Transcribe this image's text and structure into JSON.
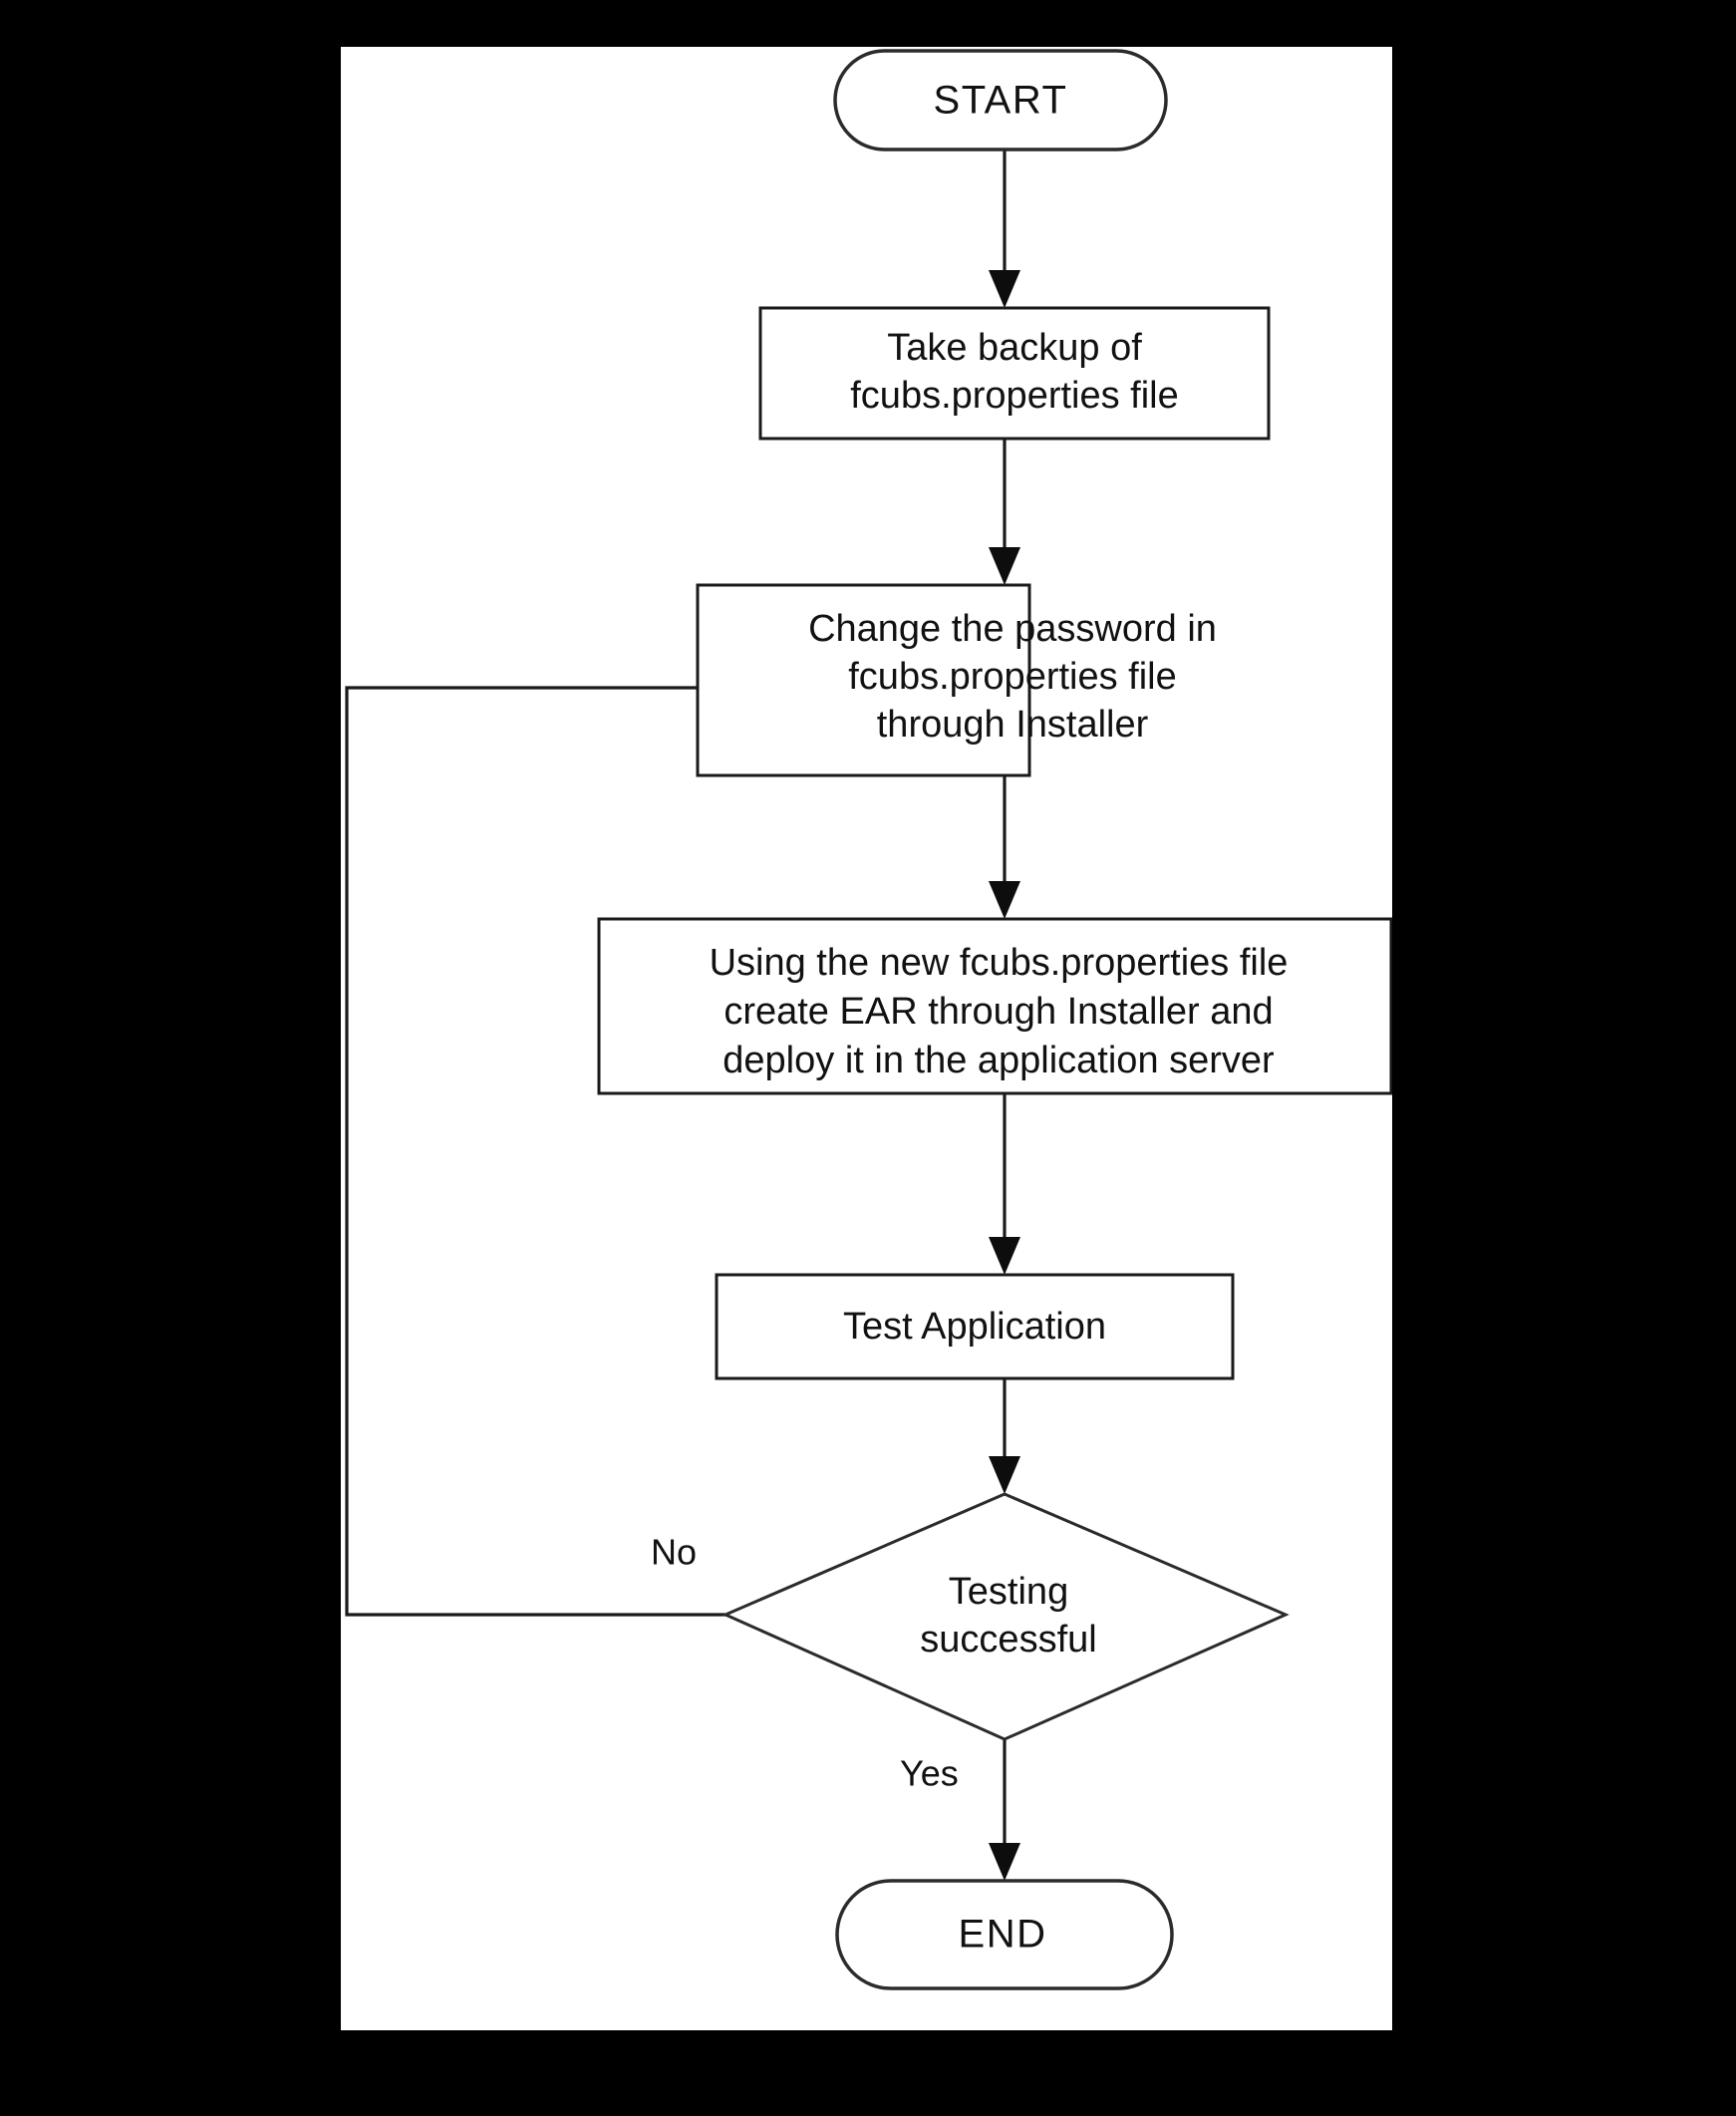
{
  "diagram": {
    "title": "Password change flow",
    "background_color": "#000000",
    "canvas_color": "#ffffff",
    "line_color": "#1a1a1a",
    "text_color": "#111111",
    "nodes": [
      {
        "id": "start",
        "type": "terminator",
        "label": "START"
      },
      {
        "id": "backup",
        "type": "process",
        "label": "Take backup of fcubs.properties file",
        "lines": [
          "Take backup of",
          "fcubs.properties file"
        ]
      },
      {
        "id": "change-password",
        "type": "process",
        "label": "Change the password in fcubs.properties file through Installer",
        "lines": [
          "Change the password in",
          "fcubs.properties file",
          "through Installer"
        ]
      },
      {
        "id": "create-ear",
        "type": "process",
        "label": "Using the new fcubs.properties file create EAR through Installer and deploy it in the application server",
        "lines": [
          "Using the new fcubs.properties file",
          "create EAR through Installer and",
          "deploy it in the application server"
        ]
      },
      {
        "id": "test-application",
        "type": "process",
        "label": "Test Application",
        "lines": [
          "Test Application"
        ]
      },
      {
        "id": "testing-successful",
        "type": "decision",
        "label": "Testing successful",
        "lines": [
          "Testing",
          "successful"
        ]
      },
      {
        "id": "end",
        "type": "terminator",
        "label": "END"
      }
    ],
    "edges": [
      {
        "id": "start-to-backup",
        "from": "start",
        "to": "backup",
        "label": ""
      },
      {
        "id": "backup-to-change-password",
        "from": "backup",
        "to": "change-password",
        "label": ""
      },
      {
        "id": "change-password-to-create-ear",
        "from": "change-password",
        "to": "create-ear",
        "label": ""
      },
      {
        "id": "create-ear-to-test",
        "from": "create-ear",
        "to": "test-application",
        "label": ""
      },
      {
        "id": "test-to-decision",
        "from": "test-application",
        "to": "testing-successful",
        "label": ""
      },
      {
        "id": "decision-no-loop",
        "from": "testing-successful",
        "to": "change-password",
        "label": "No"
      },
      {
        "id": "decision-yes-to-end",
        "from": "testing-successful",
        "to": "end",
        "label": "Yes"
      }
    ],
    "edge_labels": {
      "no": "No",
      "yes": "Yes"
    }
  }
}
